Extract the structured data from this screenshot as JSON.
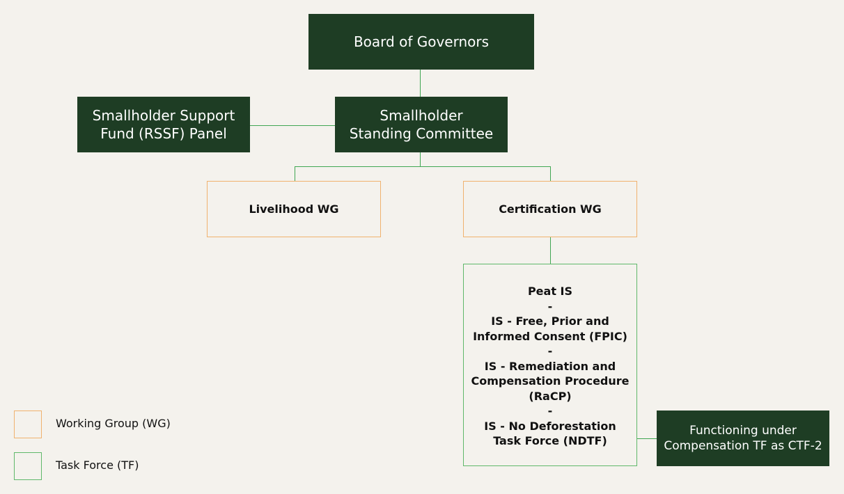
{
  "nodes": {
    "board": "Board of Governors",
    "rssf_panel": [
      "Smallholder Support",
      "Fund (RSSF) Panel"
    ],
    "standing_committee": [
      "Smallholder",
      "Standing Committee"
    ],
    "livelihood_wg": "Livelihood WG",
    "certification_wg": "Certification WG",
    "task_force_lines": [
      "Peat IS",
      "-",
      "IS - Free, Prior and",
      "Informed Consent (FPIC)",
      "-",
      "IS - Remediation and",
      "Compensation Procedure",
      "(RaCP)",
      "-",
      "IS - No Deforestation",
      "Task Force (NDTF)"
    ],
    "ctf_note": [
      "Functioning under",
      "Compensation TF as CTF-2"
    ]
  },
  "legend": {
    "working_group": "Working Group (WG)",
    "task_force": "Task Force (TF)"
  },
  "colors": {
    "dark_box": "#1e3d24",
    "wg_border": "#f0b26e",
    "tf_border": "#5fb86a",
    "connector": "#3fa652",
    "background": "#f4f2ed"
  }
}
